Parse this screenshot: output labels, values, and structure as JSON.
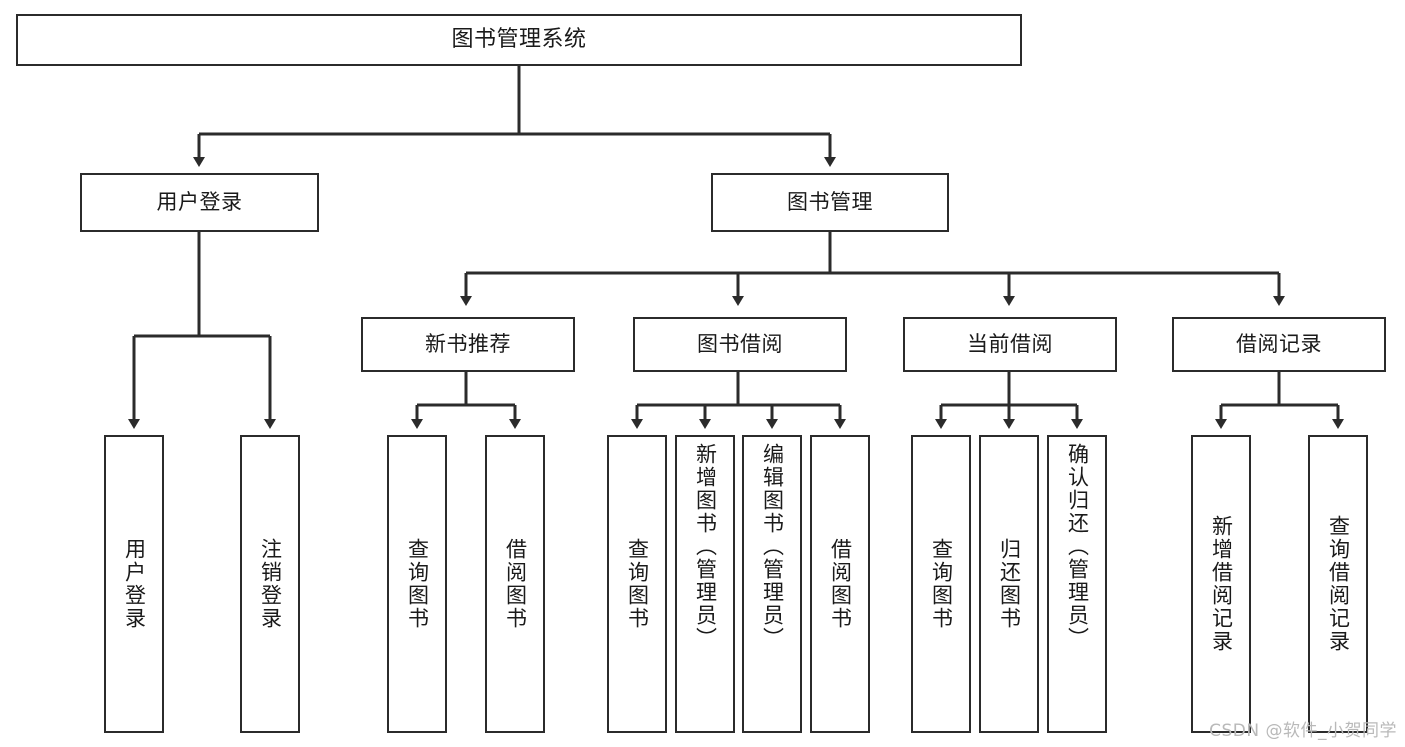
{
  "diagram": {
    "title": "图书管理系统",
    "type": "tree",
    "watermark": "CSDN @软件_小贺同学",
    "colors": {
      "box_border": "#2b2b2b",
      "box_fill": "#ffffff",
      "connector": "#2b2b2b",
      "text": "#1a1a1a",
      "watermark": "#b9b9b9",
      "background": "#ffffff"
    },
    "levels": {
      "root": {
        "label": "图书管理系统"
      },
      "level2": [
        {
          "label": "用户登录"
        },
        {
          "label": "图书管理"
        }
      ],
      "level3": [
        {
          "label": "新书推荐"
        },
        {
          "label": "图书借阅"
        },
        {
          "label": "当前借阅"
        },
        {
          "label": "借阅记录"
        }
      ],
      "leaves": {
        "user_login": [
          {
            "label": "用户登录"
          },
          {
            "label": "注销登录"
          }
        ],
        "new_book_recommend": [
          {
            "label": "查询图书"
          },
          {
            "label": "借阅图书"
          }
        ],
        "book_borrow": [
          {
            "label": "查询图书"
          },
          {
            "label": "新增图书（管理员）"
          },
          {
            "label": "编辑图书（管理员）"
          },
          {
            "label": "借阅图书"
          }
        ],
        "current_borrow": [
          {
            "label": "查询图书"
          },
          {
            "label": "归还图书"
          },
          {
            "label": "确认归还（管理员）"
          }
        ],
        "borrow_record": [
          {
            "label": "新增借阅记录"
          },
          {
            "label": "查询借阅记录"
          }
        ]
      }
    }
  }
}
